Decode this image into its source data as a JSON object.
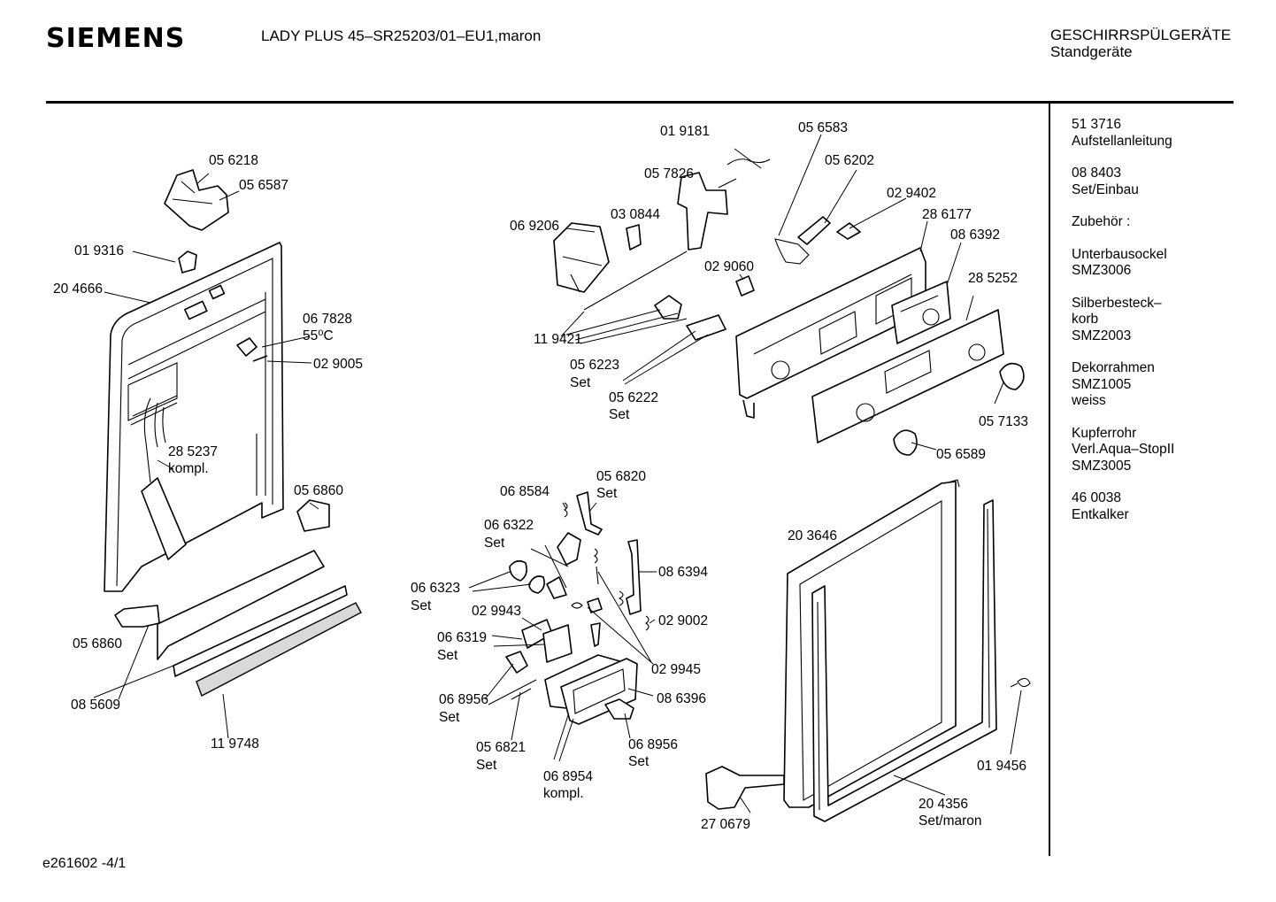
{
  "header": {
    "brand": "SIEMENS",
    "model": "LADY PLUS 45–SR25203/01–EU1,maron",
    "category_line1": "GESCHIRRSPÜLGERÄTE",
    "category_line2": "Standgeräte"
  },
  "sidebar": {
    "entries": [
      [
        "51 3716",
        "Aufstellanleitung"
      ],
      [
        "08 8403",
        "Set/Einbau"
      ],
      [
        "Zubehör :"
      ],
      [
        "Unterbausockel",
        "SMZ3006"
      ],
      [
        "Silberbesteck–",
        "korb",
        "SMZ2003"
      ],
      [
        "Dekorrahmen",
        "SMZ1005",
        "weiss"
      ],
      [
        "Kupferrohr",
        "Verl.Aqua–StopII",
        "SMZ3005"
      ],
      [
        "46 0038",
        "Entkalker"
      ]
    ]
  },
  "callouts": {
    "p056218": "05 6218",
    "p056587": "05 6587",
    "p019316": "01 9316",
    "p204666": "20 4666",
    "p067828": "06 7828",
    "p067828_temp": "55⁰C",
    "p029005": "02 9005",
    "p285237": "28 5237",
    "p285237_note": "kompl.",
    "p056860_a": "05 6860",
    "p056860_b": "05 6860",
    "p085609": "08 5609",
    "p119748": "11 9748",
    "p019181": "01 9181",
    "p056583": "05 6583",
    "p057826": "05 7826",
    "p056202": "05 6202",
    "p030844": "03 0844",
    "p029402": "02 9402",
    "p069206": "06 9206",
    "p286177": "28 6177",
    "p086392": "08 6392",
    "p029060": "02 9060",
    "p285252": "28 5252",
    "p119421": "11 9421",
    "p056223": "05 6223",
    "p056223_note": "Set",
    "p056222": "05 6222",
    "p056222_note": "Set",
    "p057133": "05 7133",
    "p056589": "05 6589",
    "p056820": "05 6820",
    "p056820_note": "Set",
    "p068584": "06 8584",
    "p066322": "06 6322",
    "p066322_note": "Set",
    "p203646": "20 3646",
    "p086394": "08 6394",
    "p066323": "06 6323",
    "p066323_note": "Set",
    "p029943": "02 9943",
    "p029002": "02 9002",
    "p066319": "06 6319",
    "p066319_note": "Set",
    "p029945": "02 9945",
    "p068956_a": "06 8956",
    "p068956_a_note": "Set",
    "p086396": "08 6396",
    "p056821": "05 6821",
    "p056821_note": "Set",
    "p068956_b": "06 8956",
    "p068956_b_note": "Set",
    "p019456": "01 9456",
    "p068954": "06 8954",
    "p068954_note": "kompl.",
    "p204356": "20 4356",
    "p204356_note": "Set/maron",
    "p270679": "27 0679"
  },
  "footer": {
    "code": "e261602 -4/1"
  }
}
